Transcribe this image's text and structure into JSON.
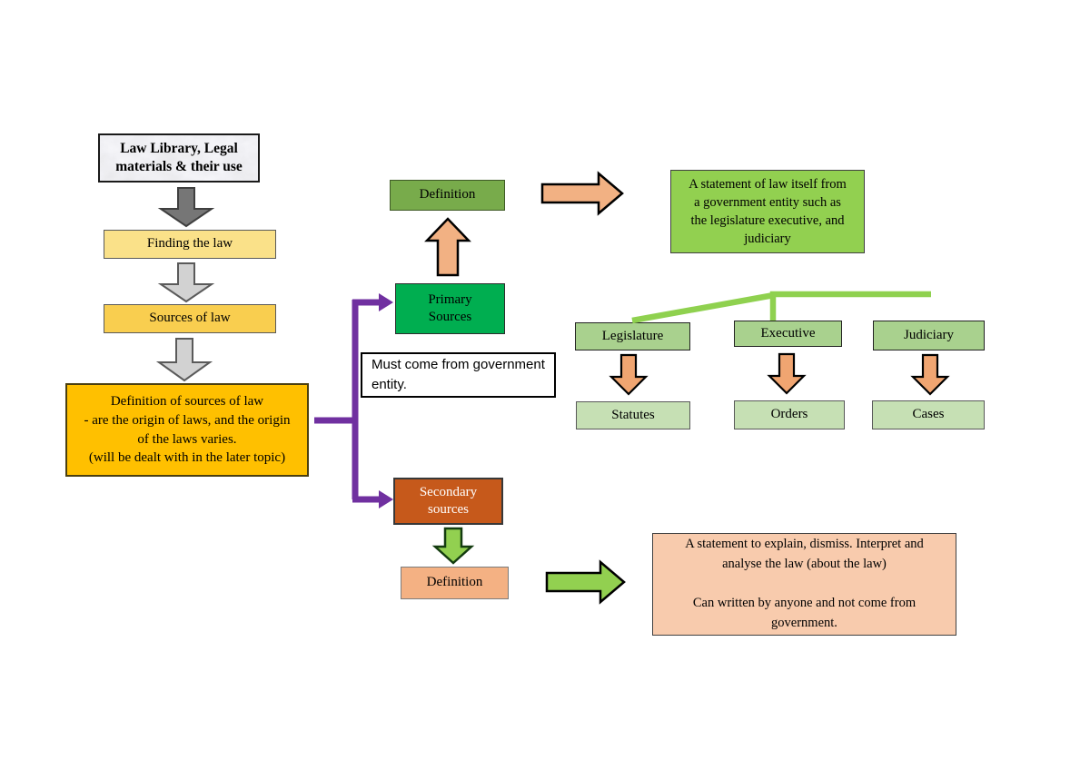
{
  "title": "Sources of law flowchart",
  "colors": {
    "purple_connector": "#7030A0",
    "green_connector": "#8FD14F",
    "peach_arrow": "#F2B183",
    "orange_arrow": "#F0A571",
    "green_arrow": "#92D050",
    "gray_arrow_dark": "#767676",
    "gray_arrow_light": "#D2D2D2",
    "primary_box": "#00AE50",
    "definition_top_box": "#78AB4B",
    "statement_primary_box": "#92D050",
    "entity_box": "#A9D18E",
    "output_box": "#C6E0B4",
    "secondary_box": "#C6591B",
    "definition_bottom_box": "#F4B183",
    "statement_secondary_box": "#F8CBAD",
    "finding_box": "#FAE189",
    "sources_box": "#F9CE4F",
    "definition_sources_box": "#FFC000"
  },
  "flow_left": {
    "law_library": "Law Library, Legal\nmaterials & their use",
    "finding_law": "Finding the law",
    "sources_law": "Sources of law",
    "definition_sources": "Definition of sources of law\n- are the origin of laws, and the origin\nof the laws varies.\n(will be dealt with in the later topic)"
  },
  "primary": {
    "box_label": "Primary\nSources",
    "definition_label": "Definition",
    "statement": "A statement of law itself from\na government entity such as\nthe legislature executive, and\njudiciary",
    "note": "Must come from government\nentity.",
    "branches": [
      {
        "entity": "Legislature",
        "output": "Statutes"
      },
      {
        "entity": "Executive",
        "output": "Orders"
      },
      {
        "entity": "Judiciary",
        "output": "Cases"
      }
    ]
  },
  "secondary": {
    "box_label": "Secondary\nsources",
    "definition_label": "Definition",
    "statement": "A statement to explain, dismiss. Interpret and\nanalyse the law (about the law)\n\nCan written by anyone and not come from\ngovernment."
  }
}
